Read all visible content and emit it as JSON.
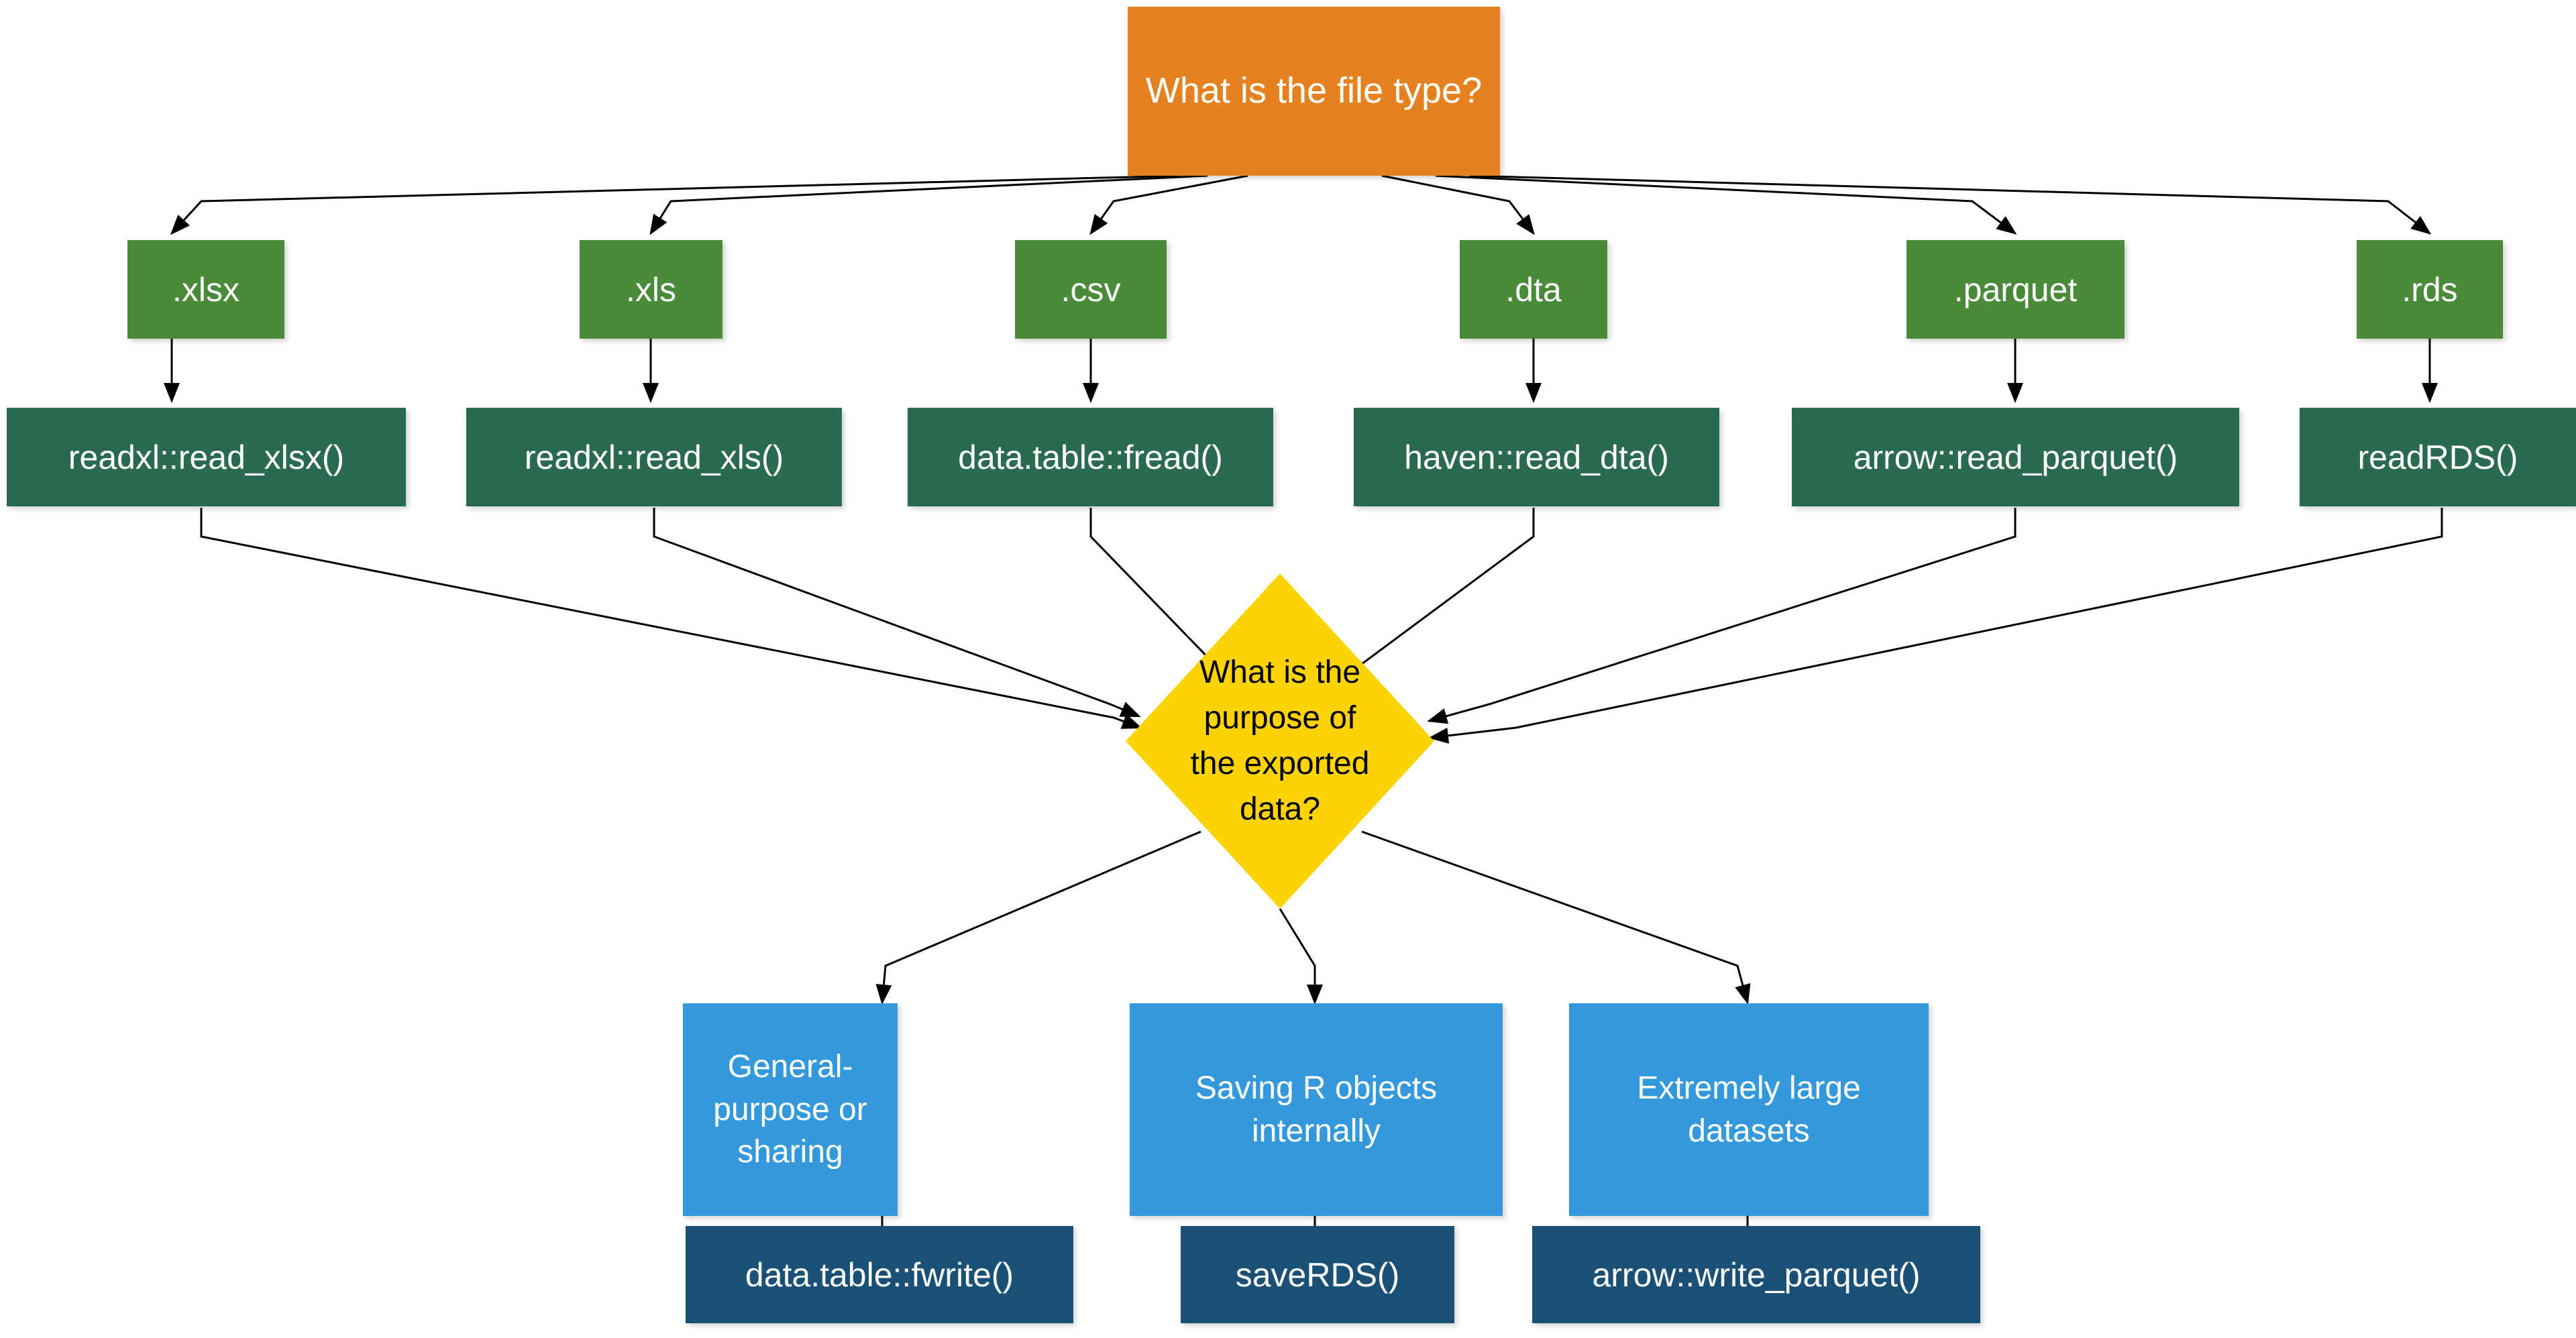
{
  "diagram": {
    "title_node": {
      "label": "What is the file type?",
      "color": "#E5821F",
      "text_color": "#ffffff"
    },
    "decision_node": {
      "label": "What is the purpose of the exported data?",
      "color": "#FCD305",
      "text_color": "#000000"
    },
    "file_types": [
      {
        "label": ".xlsx",
        "color": "#4A8B3A"
      },
      {
        "label": ".xls",
        "color": "#4A8B3A"
      },
      {
        "label": ".csv",
        "color": "#4A8B3A"
      },
      {
        "label": ".dta",
        "color": "#4A8B3A"
      },
      {
        "label": ".parquet",
        "color": "#4A8B3A"
      },
      {
        "label": ".rds",
        "color": "#4A8B3A"
      }
    ],
    "readers": [
      {
        "label": "readxl::read_xlsx()",
        "color": "#2A6A51"
      },
      {
        "label": "readxl::read_xls()",
        "color": "#2A6A51"
      },
      {
        "label": "data.table::fread()",
        "color": "#2A6A51"
      },
      {
        "label": "haven::read_dta()",
        "color": "#2A6A51"
      },
      {
        "label": "arrow::read_parquet()",
        "color": "#2A6A51"
      },
      {
        "label": "readRDS()",
        "color": "#2A6A51"
      }
    ],
    "purposes": [
      {
        "label": "General-purpose or sharing",
        "color": "#3399DC"
      },
      {
        "label": "Saving R objects internally",
        "color": "#3399DC"
      },
      {
        "label": "Extremely large datasets",
        "color": "#3399DC"
      }
    ],
    "writers": [
      {
        "label": "data.table::fwrite()",
        "color": "#1A4F76"
      },
      {
        "label": "saveRDS()",
        "color": "#1A4F76"
      },
      {
        "label": "arrow::write_parquet()",
        "color": "#1A4F76"
      }
    ]
  }
}
